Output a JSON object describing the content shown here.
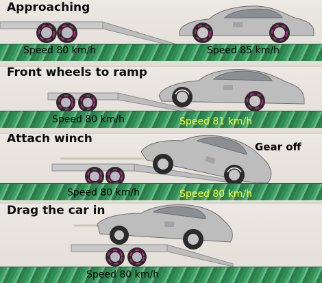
{
  "panels": [
    {
      "title": "Approaching",
      "trailer_speed": "Speed 80 km/h",
      "car_speed": "Speed 85 km/h"
    },
    {
      "title": "Front wheels to ramp",
      "trailer_speed": "Speed 80 km/h",
      "car_speed": "Speed 81 km/h"
    },
    {
      "title": "Attach winch",
      "note": "Gear off",
      "trailer_speed": "Speed 80 km/h",
      "car_speed": "Speed 80 km/h"
    },
    {
      "title": "Drag the car in",
      "trailer_speed": "Speed 80 km/h"
    }
  ],
  "colors": {
    "ground": "#2f8c55",
    "highlight_speed": "#ffff33",
    "car_body": "#b9b9b9",
    "wheel_arrow": "#e0198c"
  }
}
